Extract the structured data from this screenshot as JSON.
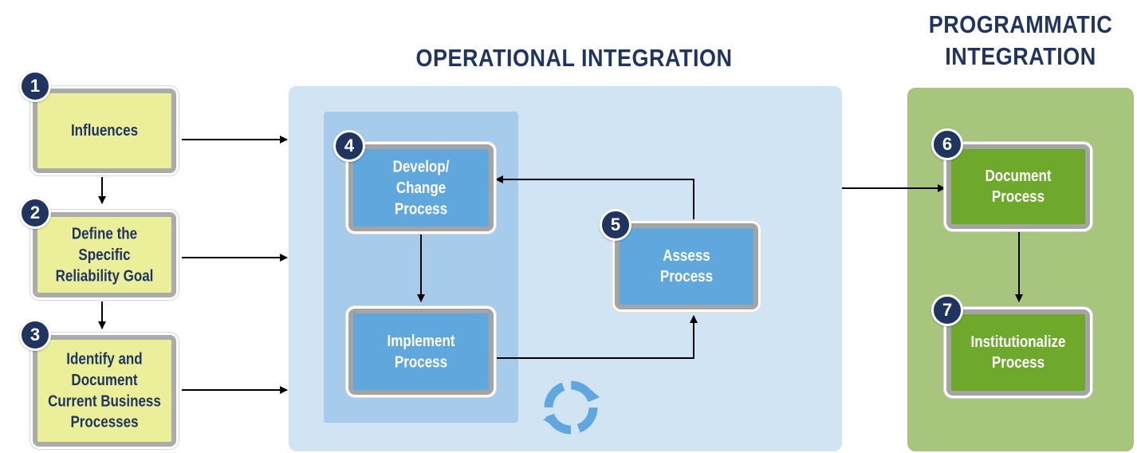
{
  "titles": {
    "operational": "OPERATIONAL INTEGRATION",
    "programmatic_line1": "PROGRAMMATIC",
    "programmatic_line2": "INTEGRATION"
  },
  "steps": [
    {
      "number": "1",
      "lines": [
        "Influences"
      ]
    },
    {
      "number": "2",
      "lines": [
        "Define the",
        "Specific",
        "Reliability Goal"
      ]
    },
    {
      "number": "3",
      "lines": [
        "Identify and",
        "Document",
        "Current Business",
        "Processes"
      ]
    },
    {
      "number": "4",
      "lines": [
        "Develop/",
        "Change",
        "Process"
      ]
    },
    {
      "number": "",
      "lines": [
        "Implement",
        "Process"
      ]
    },
    {
      "number": "5",
      "lines": [
        "Assess",
        "Process"
      ]
    },
    {
      "number": "6",
      "lines": [
        "Document",
        "Process"
      ]
    },
    {
      "number": "7",
      "lines": [
        "Institutionalize",
        "Process"
      ]
    }
  ],
  "colors": {
    "navy": "#1f3560",
    "yellow_box": "#ecef9a",
    "blue_box": "#5fa7dc",
    "green_box": "#6ea92c",
    "operational_panel": "#d1e4f4",
    "programmatic_panel": "#a7c57d",
    "cycle_icon": "#5fa7dc"
  }
}
